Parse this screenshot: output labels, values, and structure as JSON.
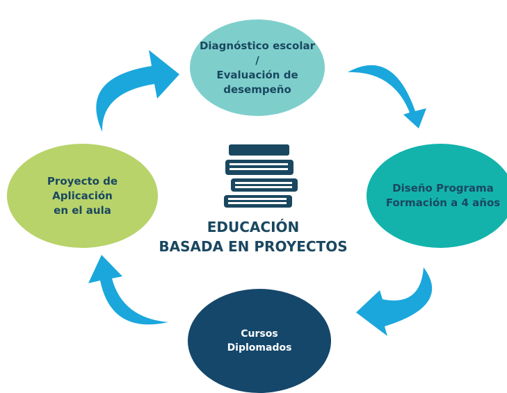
{
  "nodes": {
    "top": {
      "lines": [
        "Diagnóstico escolar",
        "/",
        "Evaluación de",
        "desempeño"
      ]
    },
    "right": {
      "lines": [
        "Diseño Programa",
        "Formación a 4 años"
      ]
    },
    "bottom": {
      "lines": [
        "Cursos",
        "Diplomados"
      ]
    },
    "left": {
      "lines": [
        "Proyecto de",
        "Aplicación",
        "en el aula"
      ]
    }
  },
  "center": {
    "lines": [
      "EDUCACIÓN",
      "BASADA EN PROYECTOS"
    ],
    "icon": "books-icon"
  },
  "colors": {
    "top_node": "#7ecfcc",
    "right_node": "#13b3ac",
    "bottom_node": "#14476a",
    "left_node": "#b7d36a",
    "arrows": "#1ba7dc",
    "text_dark": "#1a4760"
  }
}
